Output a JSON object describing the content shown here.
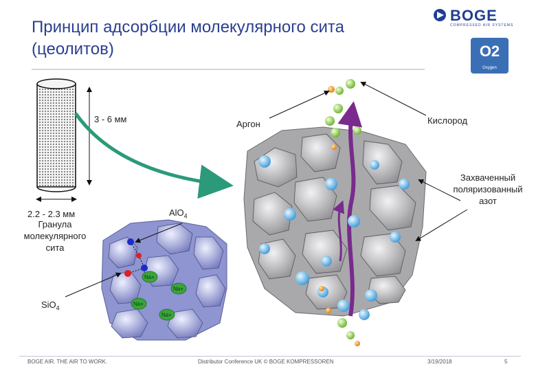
{
  "title": {
    "line1": "Принцип адсорбции молекулярного сита",
    "line2": "(цеолитов)"
  },
  "logo": {
    "brand": "BOGE",
    "tagline": "COMPRESSED AIR SYSTEMS",
    "badge": "O2",
    "badge_caption": "Oxygen"
  },
  "labels": {
    "length": "3 - 6 мм",
    "diameter": "2.2 - 2.3 мм",
    "granule": [
      "Гранула",
      "молекулярного",
      "сита"
    ],
    "argon": "Аргон",
    "oxygen": "Кислород",
    "nitrogen": [
      "Захваченный",
      "поляризованный",
      "азот"
    ],
    "alo4": "AlO",
    "alo4_sub": "4",
    "sio4": "SiO",
    "sio4_sub": "4",
    "na1": "Na+",
    "na2": "Na+",
    "na3": "Na+",
    "na4": "Na+"
  },
  "footer": {
    "slogan": "BOGE AIR. THE AIR TO WORK.",
    "event": "Distributor Conference UK © BOGE KOMPRESSOREN",
    "date": "3/19/2018",
    "page": "5"
  },
  "colors": {
    "title": "#2a3f8f",
    "arrow": "#2a9a7a",
    "oxygen": "#8cc63f",
    "argon": "#f39c12",
    "nitrogen": "#5fb8e8",
    "flow": "#7a2a8c",
    "sodium": "#3aa53a",
    "crystal_left": "#8f95d0",
    "crystal_right": "#a9a9ab"
  }
}
